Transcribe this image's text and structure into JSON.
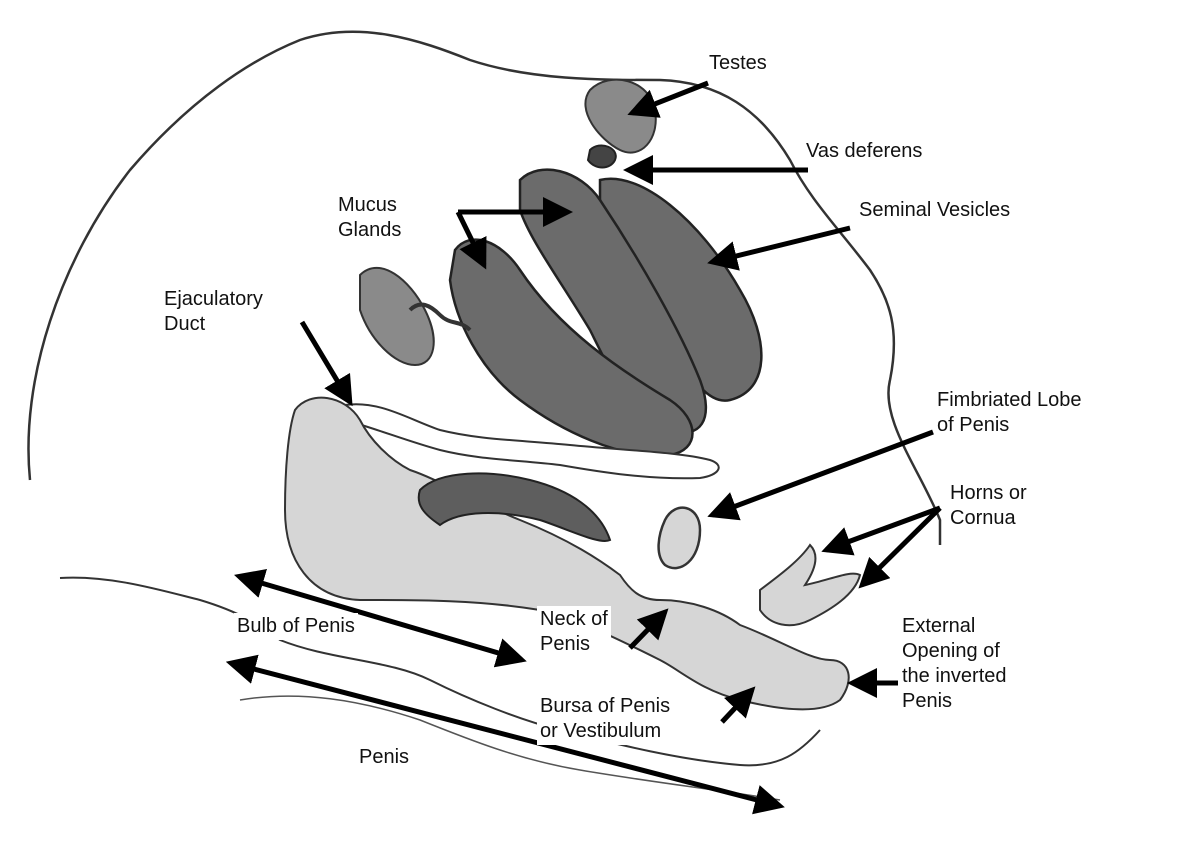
{
  "labels": {
    "testes": "Testes",
    "vas_deferens": "Vas deferens",
    "seminal_vesicles": "Seminal Vesicles",
    "mucus_glands": "Mucus\nGlands",
    "ejaculatory_duct": "Ejaculatory\nDuct",
    "fimbriated_lobe": "Fimbriated Lobe\nof Penis",
    "horns": "Horns or\nCornua",
    "bulb_of_penis": "Bulb of Penis",
    "neck_of_penis": "Neck of\nPenis",
    "external_opening": "External\nOpening of\nthe inverted\nPenis",
    "bursa_of_penis": "Bursa of Penis\nor Vestibulum",
    "penis": "Penis"
  },
  "colors": {
    "outline": "#333333",
    "dark_gland": "#6b6b6b",
    "mid_gland": "#8a8a8a",
    "light_tissue": "#d6d6d6",
    "arrow": "#000000"
  }
}
